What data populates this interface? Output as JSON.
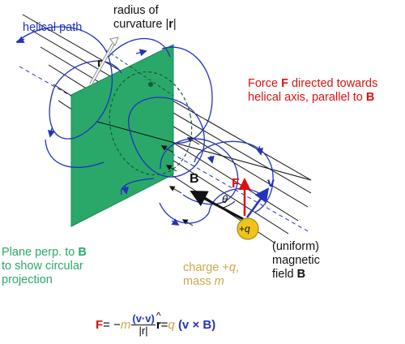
{
  "labels": {
    "helical_path": "helical path",
    "radius_line1": "radius of",
    "radius_line2": "curvature |",
    "radius_bold": "r",
    "radius_end": "|",
    "r_label": "r",
    "force_line1_pre": "Force ",
    "force_bold": "F",
    "force_line1_post": " directed towards",
    "force_line2_pre": "helical axis, parallel to ",
    "force_line2_bold": "B",
    "plane_line1_pre": "Plane perp. to ",
    "plane_line1_bold": "B",
    "plane_line2": "to show circular",
    "plane_line3": "projection",
    "charge_line1_pre": "charge +",
    "charge_line1_italic": "q",
    "charge_line1_post": ",",
    "charge_line2_pre": "mass ",
    "charge_line2_italic": "m",
    "field_line1": "(uniform)",
    "field_line2": "magnetic",
    "field_line3_pre": "field ",
    "field_line3_bold": "B",
    "vec_B": "B",
    "vec_F": "F",
    "vec_v": "v",
    "theta": "θ",
    "charge_symbol": "+q"
  },
  "equation": {
    "F": "F",
    "equals_minus": " = −",
    "m": "m",
    "numerator": "(v·v)",
    "denominator": "|r|",
    "r_hat": "r",
    "hat": "^",
    "equals": " = ",
    "q": "q",
    "cross": "(v × B)"
  },
  "colors": {
    "helix": "#2233bb",
    "force": "#dd1111",
    "plane": "#2aa86a",
    "charge": "#c9a84a",
    "field": "#111111"
  }
}
